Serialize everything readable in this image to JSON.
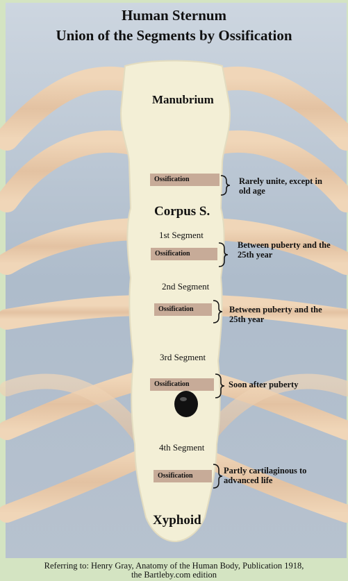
{
  "title": {
    "line1": "Human Sternum",
    "line2": "Union of the Segments by Ossification"
  },
  "labels": {
    "manubrium": "Manubrium",
    "corpus": "Corpus S.",
    "xyphoid": "Xyphoid"
  },
  "segments": [
    "1st  Segment",
    "2nd Segment",
    "3rd Segment",
    "4th  Segment"
  ],
  "ossifications": [
    {
      "label": "Ossification",
      "note_line1": "Rarely unite, except in",
      "note_line2": "old age"
    },
    {
      "label": "Ossification",
      "note_line1": "Between puberty and the",
      "note_line2": "25th year"
    },
    {
      "label": "Ossification",
      "note_line1": "Between puberty and the",
      "note_line2": "25th year"
    },
    {
      "label": "Ossification",
      "note_line1": "Soon after puberty",
      "note_line2": ""
    },
    {
      "label": "Ossification",
      "note_line1": "Partly cartilaginous to",
      "note_line2": "advanced life"
    }
  ],
  "footer": {
    "line1": "Referring to: Henry Gray, Anatomy of the Human Body, Publication 1918,",
    "line2": "the Bartleby.com edition"
  },
  "colors": {
    "frame": "#d4e4c2",
    "background": "#b9c7d6",
    "bone": "#f3efd6",
    "rib": "#e7c8a9",
    "ossification_band": "#c7ab98"
  }
}
